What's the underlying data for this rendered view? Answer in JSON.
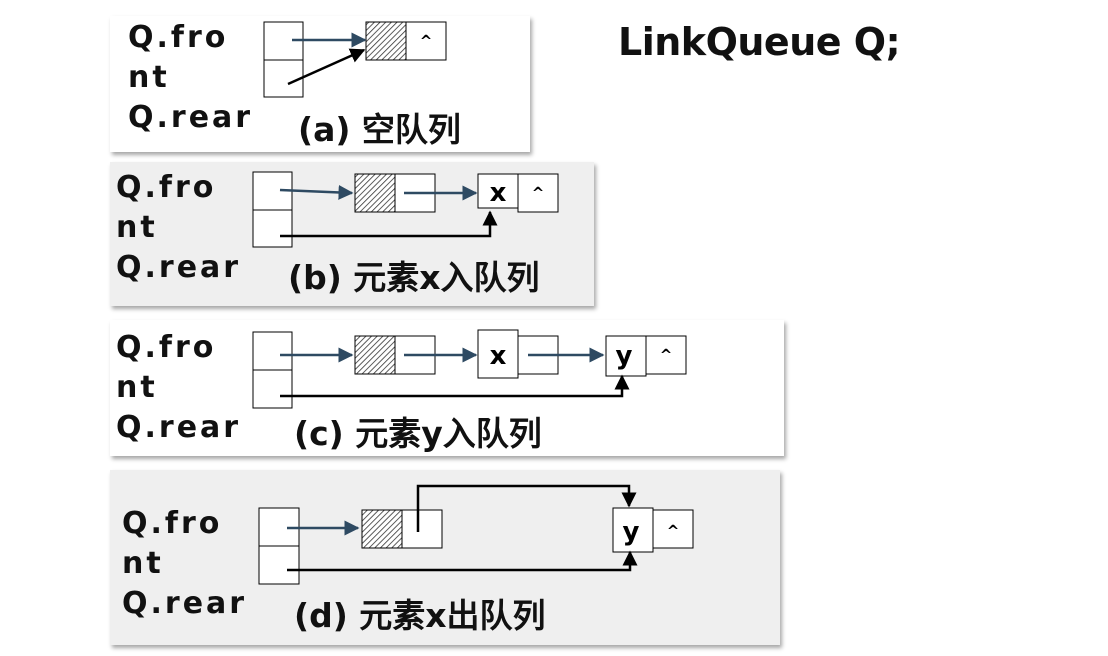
{
  "title": "LinkQueue Q;",
  "panels": [
    {
      "front_line1": "Q.fro",
      "front_line2": "nt",
      "rear": "Q.rear",
      "caption": "(a) 空队列"
    },
    {
      "front_line1": "Q.fro",
      "front_line2": "nt",
      "rear": "Q.rear",
      "caption": "(b) 元素x入队列"
    },
    {
      "front_line1": "Q.fro",
      "front_line2": "nt",
      "rear": "Q.rear",
      "caption": "(c) 元素y入队列"
    },
    {
      "front_line1": "Q.fro",
      "front_line2": "nt",
      "rear": "Q.rear",
      "caption": "(d) 元素x出队列"
    }
  ],
  "nodes": {
    "x": "x",
    "y": "y",
    "null_symbol": "^"
  },
  "colors": {
    "pointer_arrow": "#2e4a62",
    "rear_arrow": "#000000",
    "panel_gray": "#efefef"
  }
}
